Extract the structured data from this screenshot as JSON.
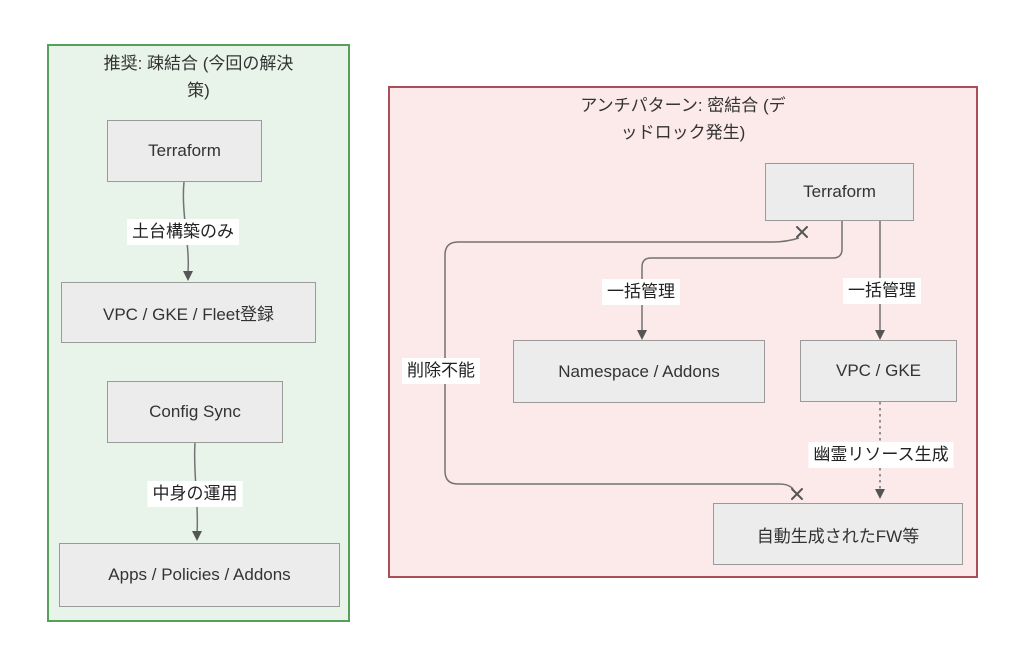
{
  "left_panel": {
    "title_line1": "推奨: 疎結合 (今回の解決",
    "title_line2": "策)",
    "nodes": {
      "terraform": "Terraform",
      "vpc": "VPC / GKE / Fleet登録",
      "config_sync": "Config Sync",
      "apps": "Apps / Policies / Addons"
    },
    "edge_labels": {
      "foundation": "土台構築のみ",
      "operation": "中身の運用"
    }
  },
  "right_panel": {
    "title_line1": "アンチパターン: 密結合 (デ",
    "title_line2": "ッドロック発生)",
    "nodes": {
      "terraform": "Terraform",
      "namespace": "Namespace / Addons",
      "vpc": "VPC / GKE",
      "fw": "自動生成されたFW等"
    },
    "edge_labels": {
      "bulk_manage_left": "一括管理",
      "bulk_manage_right": "一括管理",
      "cannot_delete": "削除不能",
      "ghost_resource": "幽霊リソース生成"
    }
  },
  "colors": {
    "left_panel_fill": "#e8f4e9",
    "left_panel_border": "#57a05c",
    "right_panel_fill": "#fce9ea",
    "right_panel_border": "#aa4f58",
    "node_fill": "#ececec",
    "node_border": "#9a9a9a",
    "edge_color": "#737373"
  }
}
